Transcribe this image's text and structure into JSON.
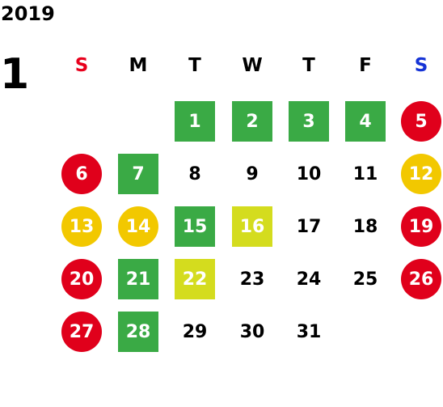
{
  "year": "2019",
  "month": "1",
  "colors": {
    "sunday": "#e8001c",
    "saturday": "#1533d6",
    "weekday_text": "#000000",
    "green": "#3aaa45",
    "red": "#e0001b",
    "yellow": "#f2c800",
    "lime": "#d4dc1e"
  },
  "weekdays": [
    {
      "label": "S",
      "color": "sunday"
    },
    {
      "label": "M",
      "color": "weekday_text"
    },
    {
      "label": "T",
      "color": "weekday_text"
    },
    {
      "label": "W",
      "color": "weekday_text"
    },
    {
      "label": "T",
      "color": "weekday_text"
    },
    {
      "label": "F",
      "color": "weekday_text"
    },
    {
      "label": "S",
      "color": "saturday"
    }
  ],
  "days": [
    {
      "day": "1",
      "shape": "square",
      "color": "green"
    },
    {
      "day": "2",
      "shape": "square",
      "color": "green"
    },
    {
      "day": "3",
      "shape": "square",
      "color": "green"
    },
    {
      "day": "4",
      "shape": "square",
      "color": "green"
    },
    {
      "day": "5",
      "shape": "circle",
      "color": "red"
    },
    {
      "day": "6",
      "shape": "circle",
      "color": "red"
    },
    {
      "day": "7",
      "shape": "square",
      "color": "green"
    },
    {
      "day": "8",
      "shape": "none",
      "color": ""
    },
    {
      "day": "9",
      "shape": "none",
      "color": ""
    },
    {
      "day": "10",
      "shape": "none",
      "color": ""
    },
    {
      "day": "11",
      "shape": "none",
      "color": ""
    },
    {
      "day": "12",
      "shape": "circle",
      "color": "yellow"
    },
    {
      "day": "13",
      "shape": "circle",
      "color": "yellow"
    },
    {
      "day": "14",
      "shape": "circle",
      "color": "yellow"
    },
    {
      "day": "15",
      "shape": "square",
      "color": "green"
    },
    {
      "day": "16",
      "shape": "square",
      "color": "lime"
    },
    {
      "day": "17",
      "shape": "none",
      "color": ""
    },
    {
      "day": "18",
      "shape": "none",
      "color": ""
    },
    {
      "day": "19",
      "shape": "circle",
      "color": "red"
    },
    {
      "day": "20",
      "shape": "circle",
      "color": "red"
    },
    {
      "day": "21",
      "shape": "square",
      "color": "green"
    },
    {
      "day": "22",
      "shape": "square",
      "color": "lime"
    },
    {
      "day": "23",
      "shape": "none",
      "color": ""
    },
    {
      "day": "24",
      "shape": "none",
      "color": ""
    },
    {
      "day": "25",
      "shape": "none",
      "color": ""
    },
    {
      "day": "26",
      "shape": "circle",
      "color": "red"
    },
    {
      "day": "27",
      "shape": "circle",
      "color": "red"
    },
    {
      "day": "28",
      "shape": "square",
      "color": "green"
    },
    {
      "day": "29",
      "shape": "none",
      "color": ""
    },
    {
      "day": "30",
      "shape": "none",
      "color": ""
    },
    {
      "day": "31",
      "shape": "none",
      "color": ""
    }
  ]
}
